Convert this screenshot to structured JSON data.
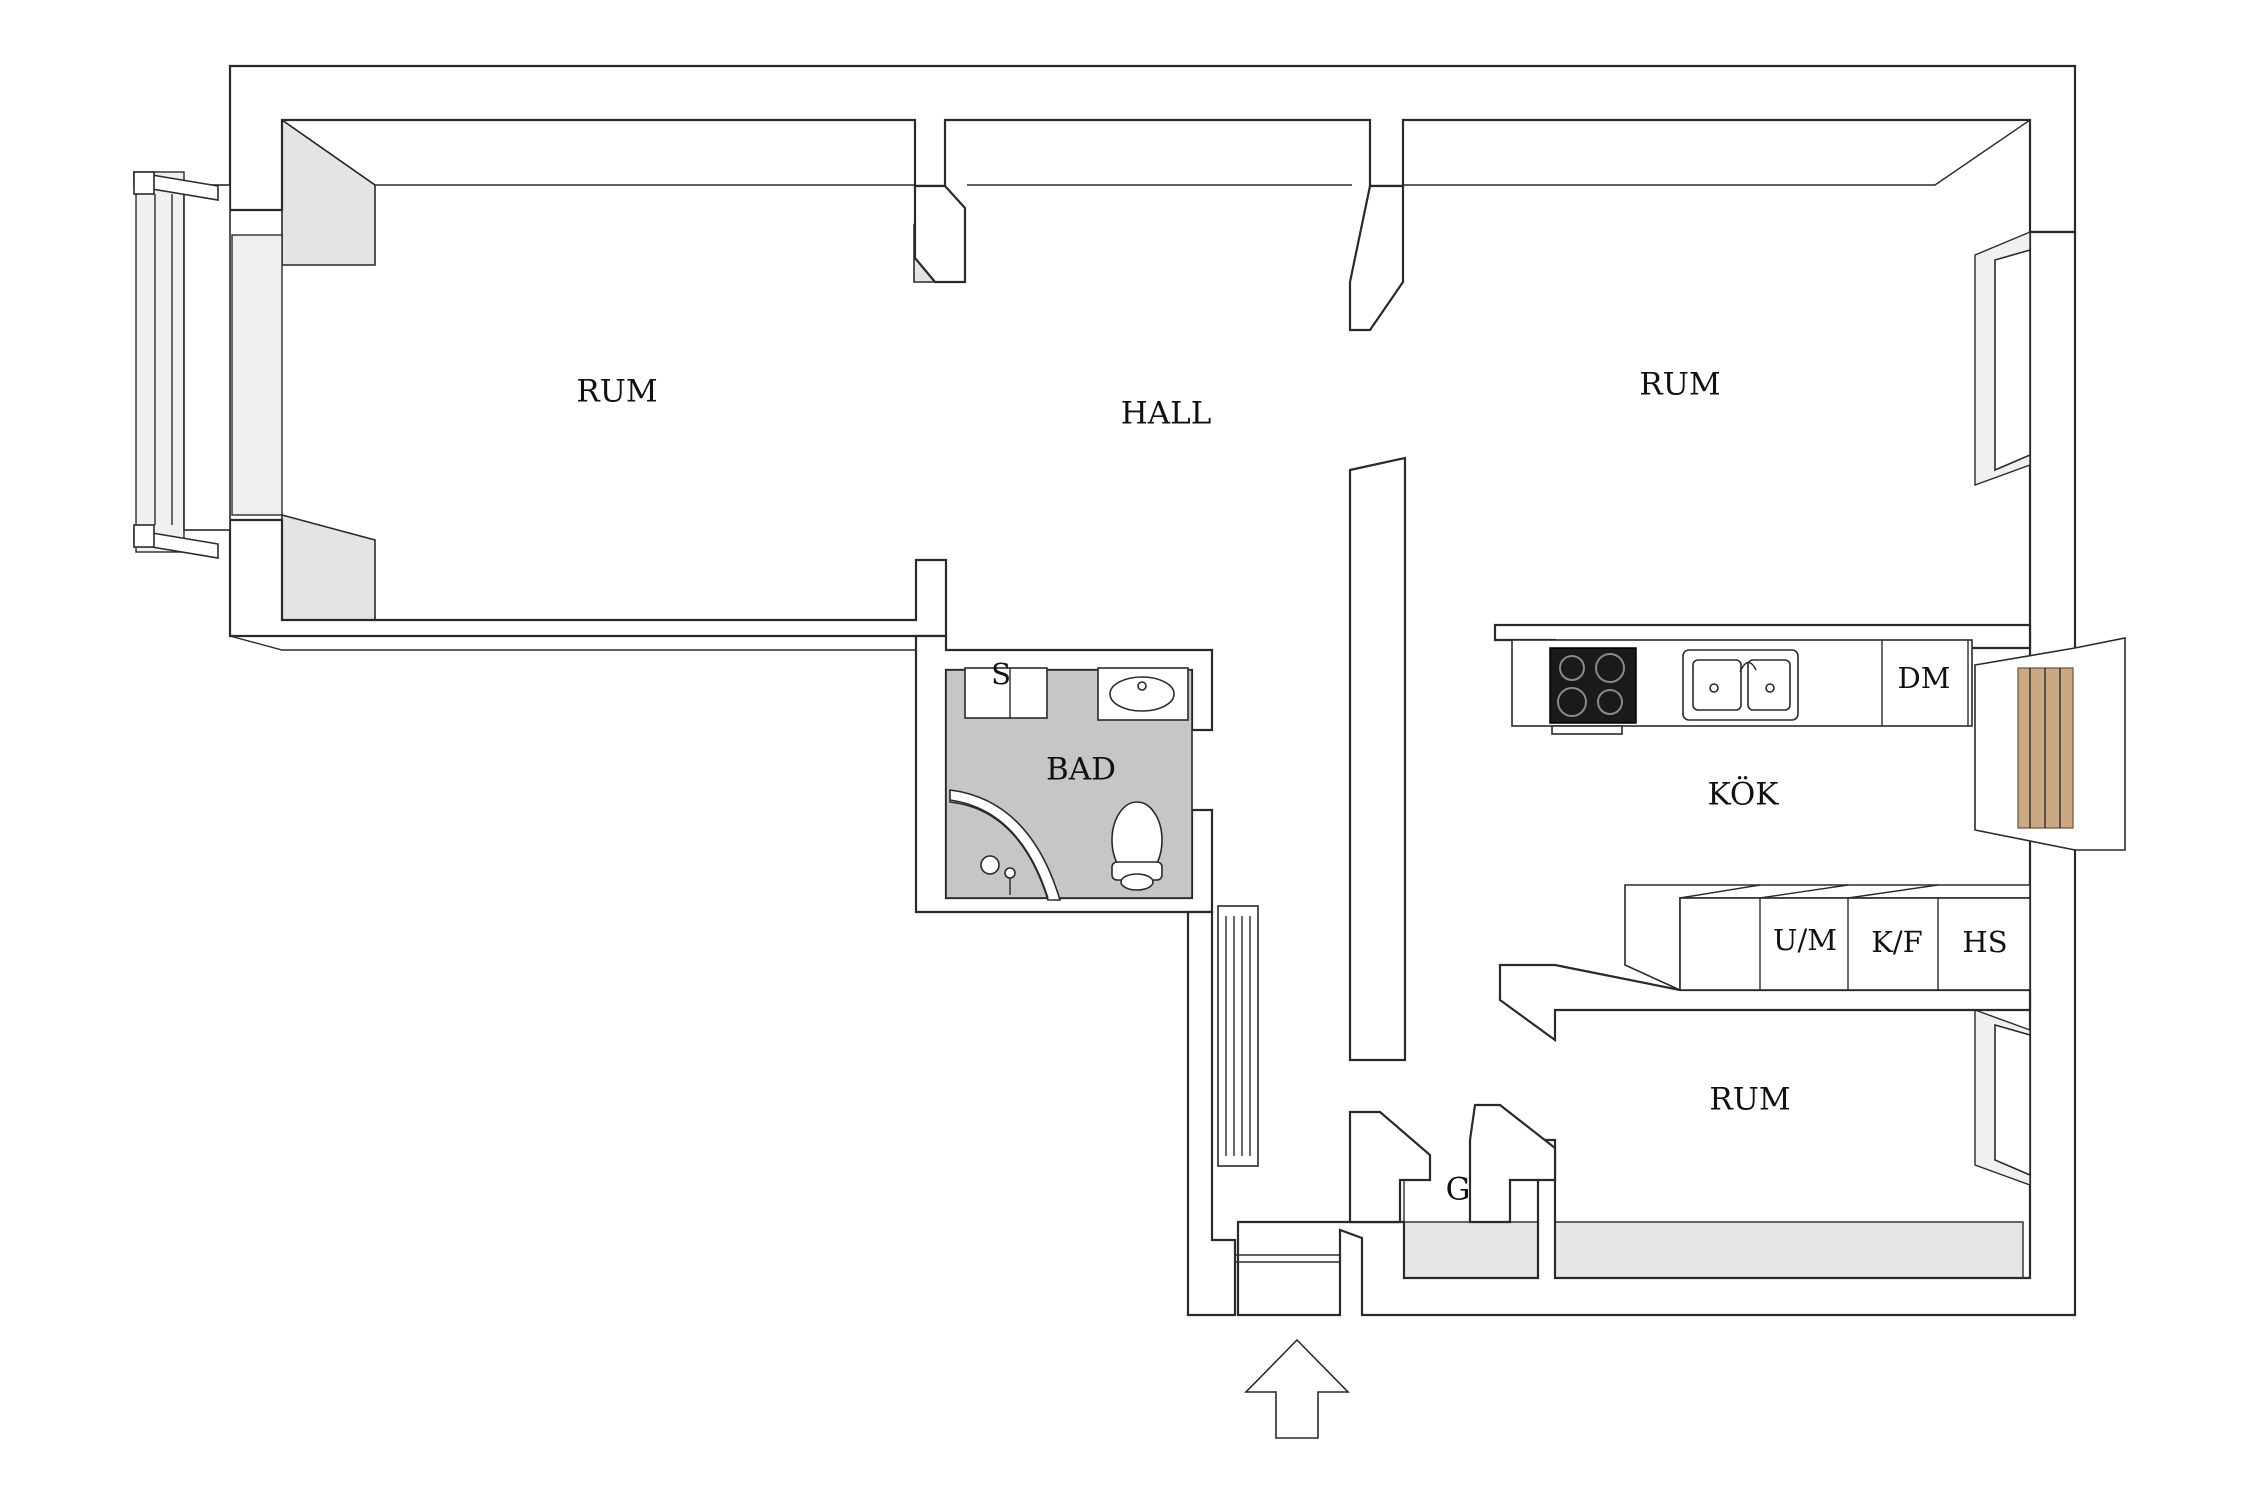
{
  "floorplan": {
    "rooms": {
      "rum_left": "RUM",
      "hall": "HALL",
      "rum_right": "RUM",
      "bad": "BAD",
      "kok": "KÖK",
      "rum_bottom": "RUM",
      "g": "G"
    },
    "fixtures": {
      "s": "S",
      "dm": "DM",
      "um": "U/M",
      "kf": "K/F",
      "hs": "HS"
    },
    "entrance_icon": "arrow-up-icon"
  }
}
